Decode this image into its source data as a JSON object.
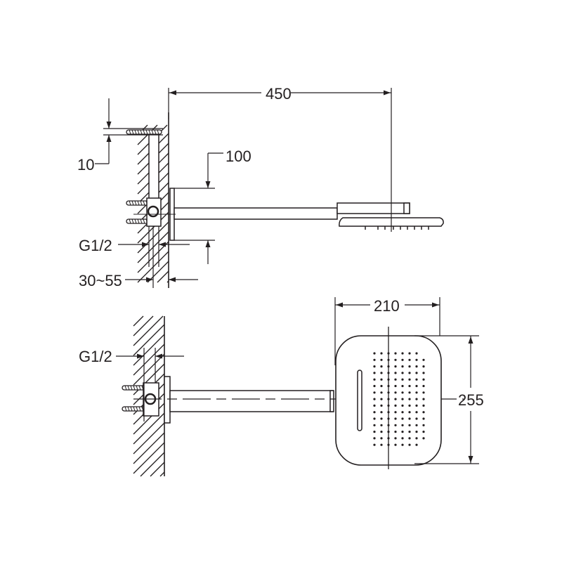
{
  "side_view": {
    "length_label": "450",
    "flange_height_label": "100",
    "bolt_offset_label": "10",
    "thread_label": "G1/2",
    "wall_depth_label": "30~55"
  },
  "front_view": {
    "thread_label": "G1/2",
    "head_width_label": "210",
    "head_height_label": "255"
  },
  "colors": {
    "line": "#231f20",
    "background": "#ffffff"
  }
}
